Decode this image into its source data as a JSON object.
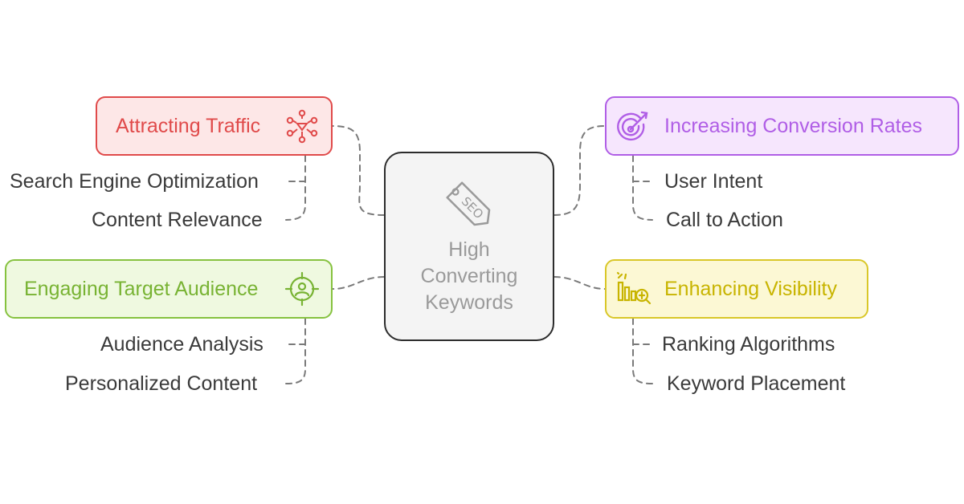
{
  "center": {
    "title": "High\nConverting\nKeywords",
    "icon": "seo-tag-icon"
  },
  "branches": {
    "traffic": {
      "title": "Attracting Traffic",
      "icon": "network-nodes-icon",
      "color": "#e04a4a",
      "fill": "#fde7e7",
      "items": [
        "Search Engine Optimization",
        "Content Relevance"
      ]
    },
    "conversion": {
      "title": "Increasing Conversion Rates",
      "icon": "target-arrow-icon",
      "color": "#b05ee6",
      "fill": "#f6e6fd",
      "items": [
        "User Intent",
        "Call to Action"
      ]
    },
    "audience": {
      "title": "Engaging Target Audience",
      "icon": "user-target-icon",
      "color": "#78b333",
      "fill": "#eff9e0",
      "items": [
        "Audience Analysis",
        "Personalized Content"
      ]
    },
    "visibility": {
      "title": "Enhancing Visibility",
      "icon": "chart-search-icon",
      "color": "#c8b400",
      "fill": "#fcf8d4",
      "items": [
        "Ranking Algorithms",
        "Keyword Placement"
      ]
    }
  }
}
